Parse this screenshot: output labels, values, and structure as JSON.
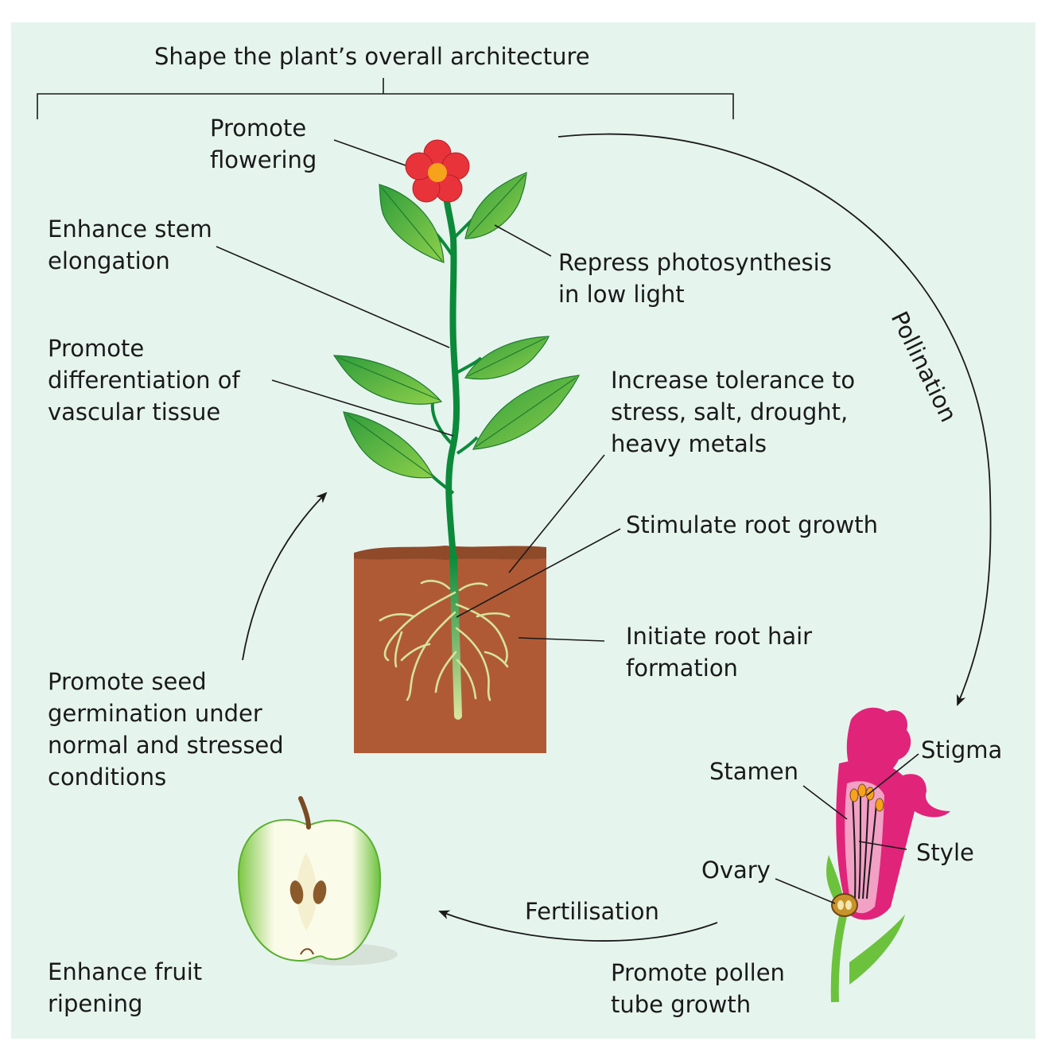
{
  "labels": {
    "architecture": "Shape the plant’s overall architecture",
    "flowering": "Promote\nflowering",
    "stem": "Enhance stem\nelongation",
    "vascular": "Promote\ndifferentiation of\nvascular tissue",
    "photosynthesis": "Repress photosynthesis\nin low light",
    "tolerance": "Increase tolerance to\nstress, salt, drought,\nheavy metals",
    "root_growth": "Stimulate root growth",
    "root_hair": "Initiate root hair\nformation",
    "germination": "Promote seed\ngermination under\nnormal and stressed\nconditions",
    "fruit": "Enhance fruit\nripening",
    "pollen_tube": "Promote pollen\ntube growth",
    "pollination": "Pollination",
    "fertilisation": "Fertilisation",
    "stamen": "Stamen",
    "stigma": "Stigma",
    "style": "Style",
    "ovary": "Ovary"
  },
  "colors": {
    "background": "#e6f4ee",
    "soil": "#b05a35",
    "soil_top": "#8f4a2a",
    "stem": "#0b8a3a",
    "leaf_light": "#8ed04a",
    "leaf_dark": "#2e9c3c",
    "petal": "#e8333b",
    "flower_center": "#f7a21b",
    "root": "#d6e39a",
    "pink_flower": "#e0247a",
    "pink_light": "#f2a0c4",
    "apple_skin": "#6cc23c",
    "apple_flesh": "#fbfbe9",
    "seed": "#8b5a2b"
  }
}
